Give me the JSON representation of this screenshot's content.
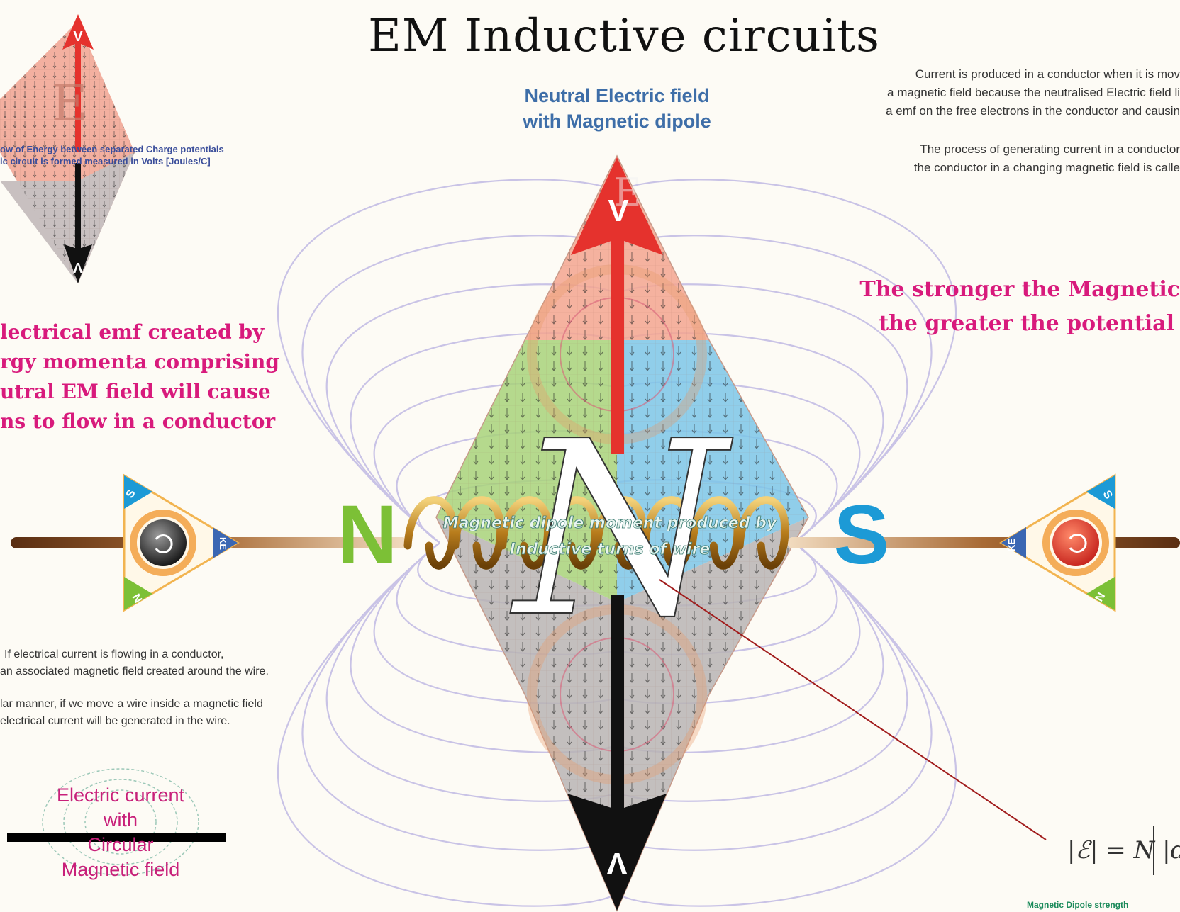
{
  "title": "EM Inductive circuits",
  "center_heading": [
    "Neutral Electric field",
    "with Magnetic dipole"
  ],
  "top_right_paragraphs": [
    "Current is produced in a conductor when it is mov",
    "a magnetic field because the neutralised Electric field li",
    "a emf on the free electrons in the conductor and causin",
    "The process of generating current in a conductor",
    "the conductor in a changing magnetic field is calle"
  ],
  "top_left_caption": [
    "ow of Energy between separated Charge potentials",
    "ic circuit is formed measured in Volts [Joules/C]"
  ],
  "pink_left_lines": [
    "lectrical emf created by",
    "rgy momenta comprising",
    "utral EM field will cause",
    "ns to flow in a conductor"
  ],
  "pink_right_lines": [
    "The stronger the Magnetic",
    "the greater the potential"
  ],
  "bottom_left_paragraphs": [
    "If electrical current is flowing in a conductor,",
    "an associated magnetic field created around the wire.",
    "lar manner, if we move a wire inside a magnetic field",
    " electrical current will be generated in the wire."
  ],
  "wire_label": [
    "Electric current",
    "with",
    "Circular",
    "Magnetic field"
  ],
  "coil_caption": [
    "Magnetic dipole moment produced by",
    "Inductive turns of wire"
  ],
  "pole_north": "N",
  "pole_south": "S",
  "big_letter": "N",
  "diamond_labels": {
    "top_v": "V",
    "bottom_v": "V",
    "top_e": "E",
    "small_top_v": "V",
    "small_bottom_v": "V",
    "small_e": "E"
  },
  "triangle_labels": {
    "top": "S",
    "right": "KE",
    "bottom": "N"
  },
  "formula": "|ℰ| = N |dΦ/d",
  "footer_green": "Magnetic Dipole strength",
  "colors": {
    "north_green": "#7cc036",
    "south_blue": "#1c9ad6",
    "red": "#e5322d",
    "pink": "#d81a7c",
    "field_line": "#c9c3e6",
    "coil": "#b98a2a"
  }
}
